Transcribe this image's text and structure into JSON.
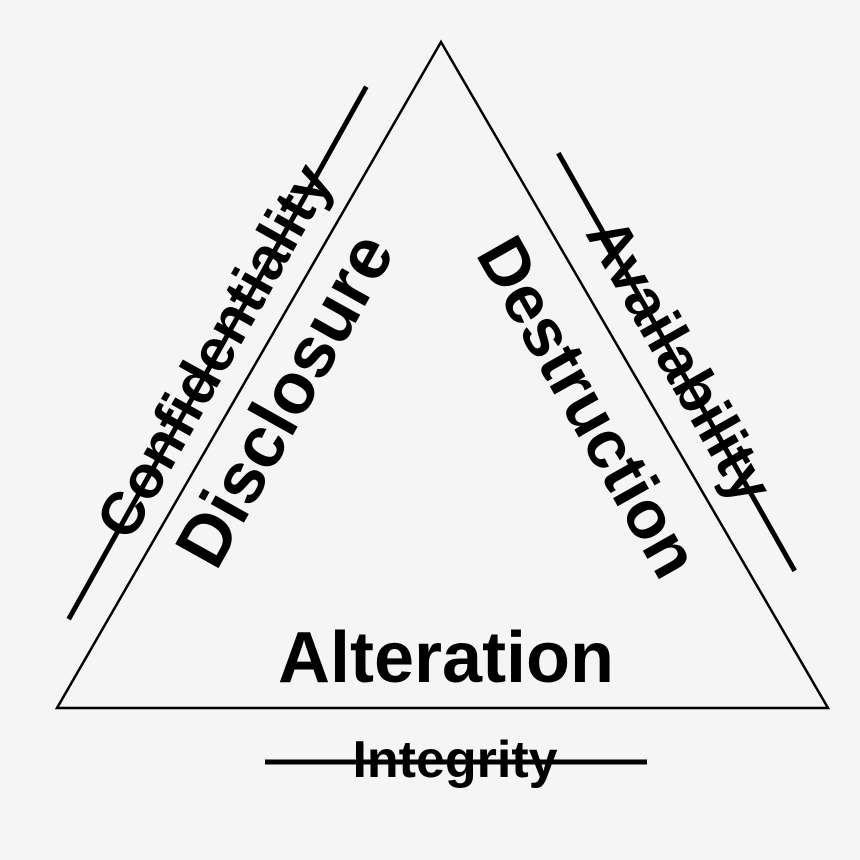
{
  "diagram": {
    "colors": {
      "background": "#f5f5f5",
      "ink": "#000000"
    },
    "outer_labels": {
      "left": "Confidentiality",
      "right": "Availability",
      "bottom": "Integrity"
    },
    "inner_labels": {
      "left": "Disclosure",
      "right": "Destruction",
      "bottom": "Alteration"
    },
    "outer_labels_struck_through": true
  }
}
